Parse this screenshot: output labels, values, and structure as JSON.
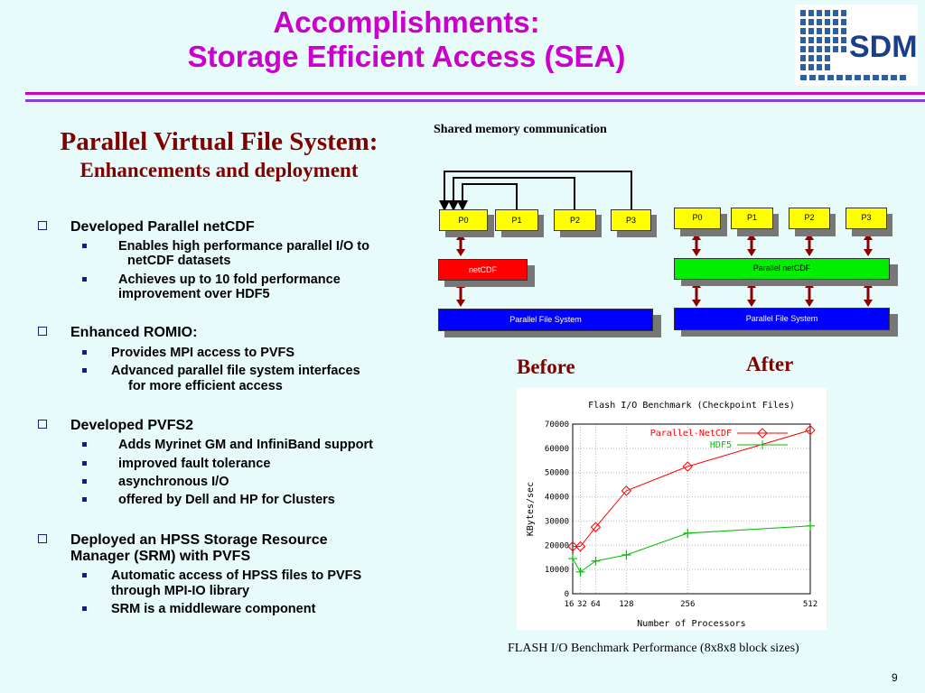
{
  "slide": {
    "title_line1": "Accomplishments:",
    "title_line2": "Storage Efficient Access (SEA)",
    "logo_text": "SDM",
    "subtitle_line1": "Parallel Virtual File System:",
    "subtitle_line2": "Enhancements and deployment",
    "page_number": "9"
  },
  "bullets": [
    {
      "text": "Developed Parallel netCDF",
      "subs": [
        "Enables high performance parallel I/O to",
        "netCDF datasets",
        "Achieves up to 10 fold performance",
        "improvement over HDF5"
      ]
    },
    {
      "text": "Enhanced ROMIO:",
      "subs": [
        "Provides MPI access to PVFS",
        "Advanced parallel file system interfaces",
        "for more efficient access"
      ]
    },
    {
      "text": "Developed PVFS2",
      "subs": [
        "Adds Myrinet GM and InfiniBand support",
        "improved fault tolerance",
        "asynchronous I/O",
        "offered by Dell and HP for Clusters"
      ]
    },
    {
      "text_line1": "Deployed an HPSS Storage Resource",
      "text_line2": "Manager (SRM) with PVFS",
      "subs": [
        "Automatic access of HPSS files to PVFS",
        "through MPI-IO library",
        "SRM is a middleware component"
      ]
    }
  ],
  "diagram": {
    "shared_memory_label": "Shared memory communication",
    "before_label": "Before",
    "after_label": "After",
    "procs": [
      "P0",
      "P1",
      "P2",
      "P3"
    ],
    "before_middle": "netCDF",
    "before_bottom": "Parallel File System",
    "after_middle": "Parallel netCDF",
    "after_bottom": "Parallel File System",
    "colors": {
      "proc": "#ffff00",
      "netcdf": "#ff0000",
      "pnetcdf": "#00ee00",
      "pfs": "#0000ff",
      "arrow": "#8b0000"
    }
  },
  "chart_caption": "FLASH I/O Benchmark Performance (8x8x8 block sizes)",
  "chart_data": {
    "type": "line",
    "title": "Flash I/O Benchmark (Checkpoint Files)",
    "xlabel": "Number of Processors",
    "ylabel": "KBytes/sec",
    "x_ticks": [
      "16",
      "32",
      "64",
      "128",
      "256",
      "512"
    ],
    "y_ticks": [
      "0",
      "10000",
      "20000",
      "30000",
      "40000",
      "50000",
      "60000",
      "70000"
    ],
    "xlim": [
      16,
      512
    ],
    "ylim": [
      0,
      70000
    ],
    "series": [
      {
        "name": "Parallel-NetCDF",
        "color": "#ff0000",
        "marker": "diamond",
        "x": [
          16,
          32,
          64,
          128,
          256,
          512
        ],
        "y": [
          19500,
          19500,
          27500,
          42500,
          52500,
          67500
        ]
      },
      {
        "name": "HDF5",
        "color": "#00c000",
        "marker": "plus",
        "x": [
          16,
          32,
          64,
          128,
          256,
          512
        ],
        "y": [
          14500,
          9000,
          13500,
          16000,
          25000,
          28000
        ]
      }
    ]
  }
}
